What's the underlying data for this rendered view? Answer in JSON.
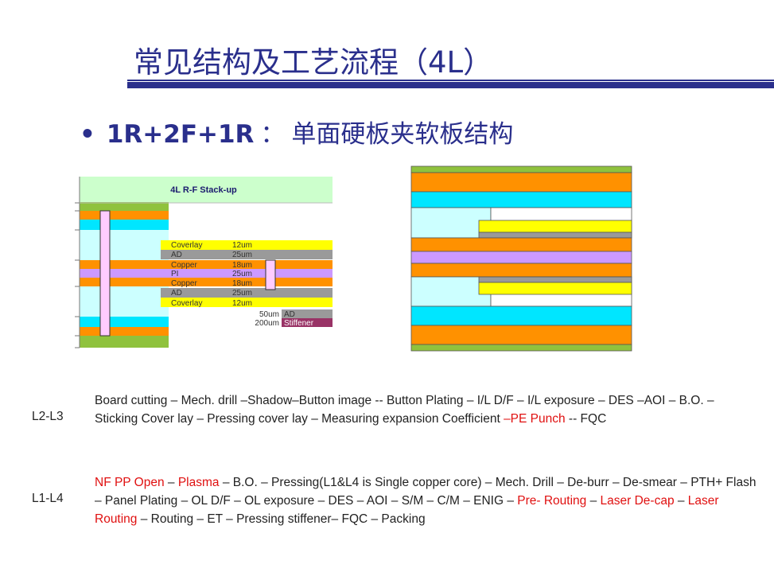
{
  "title": "常见结构及工艺流程（4L）",
  "subtitle": {
    "code": "1R+2F+1R",
    "sep": "：",
    "desc": "单面硬板夹软板结构"
  },
  "stackup": {
    "header": "4L R-F Stack-up",
    "layers": [
      {
        "name": "Coverlay",
        "thk": "12um"
      },
      {
        "name": "AD",
        "thk": "25um"
      },
      {
        "name": "Copper",
        "thk": "18um"
      },
      {
        "name": "PI",
        "thk": "25um"
      },
      {
        "name": "Copper",
        "thk": "18um"
      },
      {
        "name": "AD",
        "thk": "25um"
      },
      {
        "name": "Coverlay",
        "thk": "12um"
      }
    ],
    "bottom_layers": [
      {
        "thk": "50um",
        "name": "AD"
      },
      {
        "thk": "200um",
        "name": "Stiffener"
      }
    ]
  },
  "colors": {
    "title_blue": "#2a2f8c",
    "green": "#8fc23d",
    "orange": "#ff9100",
    "cyan": "#00e6ff",
    "light_cyan": "#ccffff",
    "yellow": "#ffff00",
    "gray": "#9a9a9a",
    "violet": "#cc99ff",
    "light_green": "#ccffcc",
    "pink": "#ffccff",
    "stiffener": "#993366",
    "red_text": "#e01010"
  },
  "flows": [
    {
      "label": "L2-L3",
      "segments": [
        {
          "t": "Board cutting – Mech. drill –Shadow–Button image -- Button Plating – I/L D/F – I/L exposure – DES –AOI  – B.O. – Sticking Cover lay – Pressing cover lay – Measuring expansion Coefficient ",
          "red": false
        },
        {
          "t": "–PE Punch",
          "red": true
        },
        {
          "t": " -- FQC",
          "red": false
        }
      ]
    },
    {
      "label": "L1-L4",
      "segments": [
        {
          "t": "NF PP Open",
          "red": true
        },
        {
          "t": " – ",
          "red": false
        },
        {
          "t": "Plasma",
          "red": true
        },
        {
          "t": " – B.O. – Pressing(L1&L4 is Single copper core) – Mech. Drill – De-burr – De-smear –  PTH+ Flash – Panel Plating –  OL D/F –  OL exposure – DES –  AOI –  S/M  – C/M – ENIG – ",
          "red": false
        },
        {
          "t": "Pre- Routing",
          "red": true
        },
        {
          "t": " – ",
          "red": false
        },
        {
          "t": "Laser De-cap",
          "red": true
        },
        {
          "t": " – ",
          "red": false
        },
        {
          "t": "Laser Routing",
          "red": true
        },
        {
          "t": " – Routing – ET – Pressing stiffener– FQC – Packing",
          "red": false
        }
      ]
    }
  ]
}
